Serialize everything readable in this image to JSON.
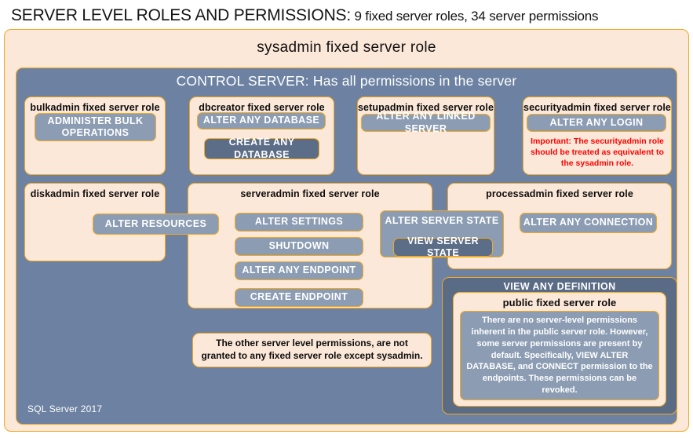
{
  "title": {
    "main": "SERVER LEVEL ROLES AND PERMISSIONS:",
    "sub": " 9 fixed server roles, 34 server permissions"
  },
  "outer": {
    "sysadmin_label": "sysadmin fixed server role",
    "control_server_label": "CONTROL SERVER: Has all permissions in the server",
    "sql_version": "SQL Server 2017"
  },
  "roles": {
    "bulkadmin": {
      "title": "bulkadmin  fixed server role",
      "permissions": [
        "ADMINISTER  BULK OPERATIONS"
      ]
    },
    "dbcreator": {
      "title": "dbcreator fixed server role",
      "permissions": [
        "ALTER ANY DATABASE",
        "CREATE  ANY DATABASE"
      ]
    },
    "setupadmin": {
      "title": "setupadmin fixed server role",
      "permissions": [
        "ALTER ANY LINKED SERVER"
      ]
    },
    "securityadmin": {
      "title": "securityadmin  fixed server role",
      "permissions": [
        "ALTER ANY LOGIN"
      ],
      "note": "Important:  The securityadmin role should  be treated as equivalent to the sysadmin role."
    },
    "diskadmin": {
      "title": "diskadmin  fixed server role",
      "permissions": [
        "ALTER RESOURCES"
      ]
    },
    "serveradmin": {
      "title": "serveradmin fixed server role",
      "permissions": [
        "ALTER SETTINGS",
        "SHUTDOWN",
        "ALTER ANY ENDPOINT",
        "CREATE  ENDPOINT",
        "ALTER SERVER  STATE",
        "VIEW SERVER  STATE"
      ]
    },
    "processadmin": {
      "title": "processadmin fixed server role",
      "permissions": [
        "ALTER ANY CONNECTION"
      ]
    },
    "public": {
      "view_any_definition": "VIEW  ANY DEFINITION",
      "title": "public  fixed server role",
      "note": "There are no server-level permissions inherent in the public server role. However, some server permissions are present by default. Specifically, VIEW ALTER DATABASE, and CONNECT permission to the endpoints. These permissions can be revoked."
    }
  },
  "notes": {
    "other_permissions": "The other server level permissions,  are not granted to any fixed server role except sysadmin."
  },
  "colors": {
    "peach": "#fce8d9",
    "slate": "#6d82a2",
    "slate_dark": "#5a6b86",
    "chip": "#8b9cb3",
    "chip_nested": "#5c6d88",
    "border_gold": "#f2a922",
    "warning_red": "#ff0000",
    "text_dark": "#0d0d0d",
    "text_light": "#ffffff"
  }
}
